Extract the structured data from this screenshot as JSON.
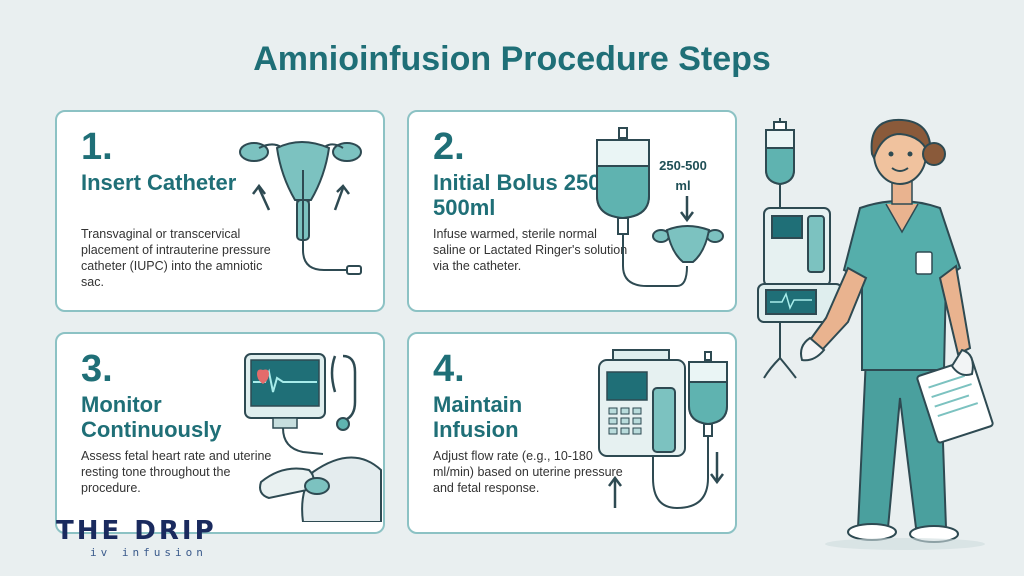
{
  "title": "Amnioinfusion Procedure Steps",
  "steps": [
    {
      "number": "1.",
      "heading": "Insert Catheter",
      "description": "Transvaginal or transcervical placement of intrauterine pressure catheter (IUPC) into the amniotic sac.",
      "icon": "uterus-catheter-icon"
    },
    {
      "number": "2.",
      "heading": "Initial Bolus 250-500ml",
      "description": "Infuse warmed, sterile normal saline or Lactated Ringer's solution via the catheter.",
      "icon": "iv-bag-uterus-icon",
      "label": "250-500 ml"
    },
    {
      "number": "3.",
      "heading": "Monitor Continuously",
      "description": "Assess fetal heart rate and uterine resting tone throughout the procedure.",
      "icon": "fetal-monitor-icon"
    },
    {
      "number": "4.",
      "heading": "Maintain Infusion",
      "description": "Adjust flow rate (e.g., 10-180 ml/min) based on uterine pressure and fetal response.",
      "icon": "infusion-pump-icon"
    }
  ],
  "brand": {
    "name": "THE DRIP",
    "tagline": "iv infusion"
  },
  "colors": {
    "accent": "#1f6f77",
    "card_border": "#8cc2c4",
    "background": "#e9eff0",
    "teal_fill": "#5fb3b0"
  }
}
